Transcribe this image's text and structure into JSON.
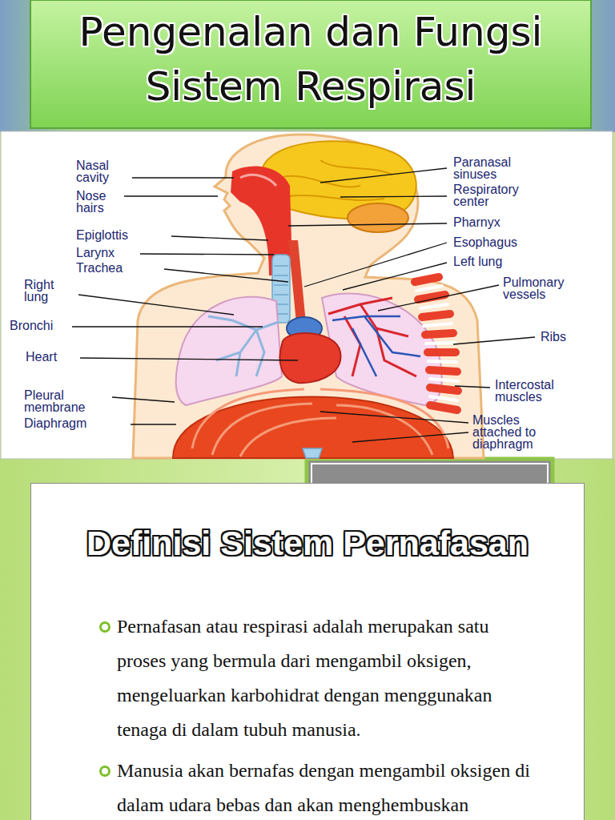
{
  "diagram": {
    "title": "Pengenalan dan Fungsi Sistem Respirasi",
    "nodes": [
      {
        "text": [
          "Definisi Sistem Pernafasan",
          "Pernafasan atau respirasi adalah merupakan satu proses yang bermula dari mengambil oksigen, mengeluarkan karbohidrat dengan menggunakan tenaga di dalam tubuh manusia.",
          "Manusia akan bernafas dengan mengambil oksigen di dalam udara bebas dan akan menghembuskan"
        ]
      }
    ],
    "labels": [
      "Nasal cavity",
      "Nose hairs",
      "Epiglottis",
      "Larynx",
      "Trachea",
      "Right lung",
      "Bronchi",
      "Heart",
      "Pleural membrane",
      "Diaphragm",
      "Paranasal sinuses",
      "Respiratory center",
      "Pharnyx",
      "Esophagus",
      "Left lung",
      "Pulmonary vessels",
      "Ribs",
      "Intercostal muscles",
      "Muscles attached to diaphragm"
    ]
  }
}
